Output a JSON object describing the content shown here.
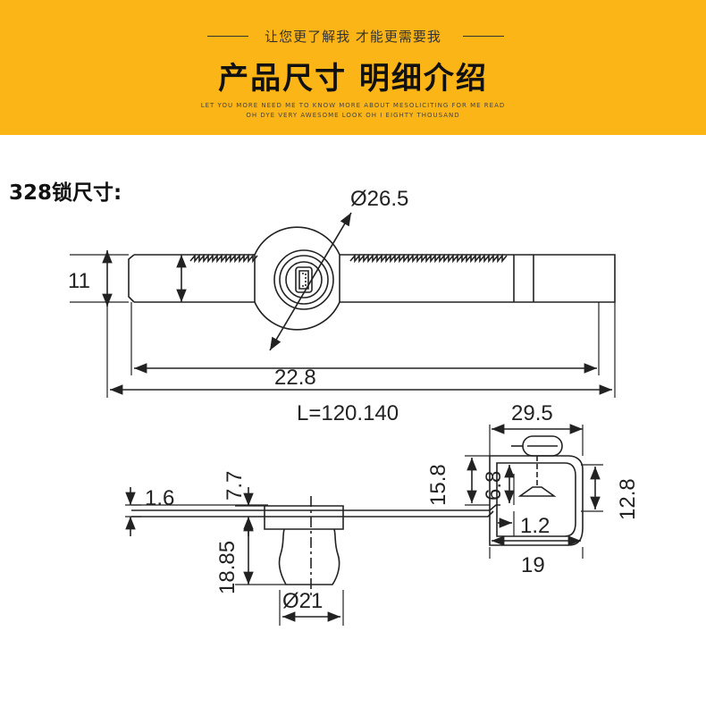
{
  "banner": {
    "tagline": "让您更了解我 才能更需要我",
    "title": "产品尺寸 明细介绍",
    "sub_line1": "LET YOU MORE NEED ME TO KNOW MORE ABOUT MESOLICITING FOR ME READ",
    "sub_line2": "OH DYE VERY AWESOME LOOK OH I EIGHTY THOUSAND"
  },
  "section": {
    "label": "328锁尺寸:"
  },
  "dimensions": {
    "cyl_dia": "Ø26.5",
    "height": "11",
    "inner_len": "22.8",
    "total_len": "L=120.140",
    "bracket_w": "29.5",
    "d15_8": "15.8",
    "d6_8": "6.8",
    "d12_8": "12.8",
    "d1_2": "1.2",
    "d19": "19",
    "d1_6": "1.6",
    "d7_7": "7.7",
    "d18_85": "18.85",
    "d21": "Ø21"
  },
  "colors": {
    "banner": "#fcb516",
    "line": "#222222"
  }
}
